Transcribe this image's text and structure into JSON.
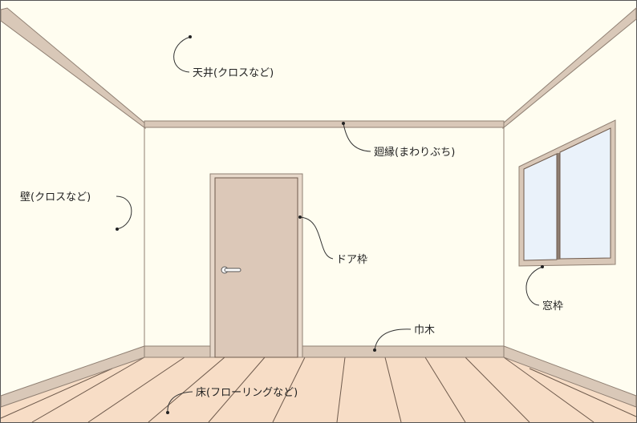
{
  "labels": {
    "ceiling": "天井(クロスなど)",
    "molding": "廻縁(まわりぶち)",
    "wall": "壁(クロスなど)",
    "door_frame": "ドア枠",
    "window_frame": "窓枠",
    "baseboard": "巾木",
    "floor": "床(フローリングなど)"
  },
  "colors": {
    "wall": "#fffdf0",
    "trim": "#d9c8b8",
    "trim_dark": "#8f7f72",
    "door": "#dcc8b8",
    "floor": "#f7ddc6",
    "floor_line": "#6e5a4c",
    "glass": "#eaf2fa",
    "outline": "#444444"
  }
}
